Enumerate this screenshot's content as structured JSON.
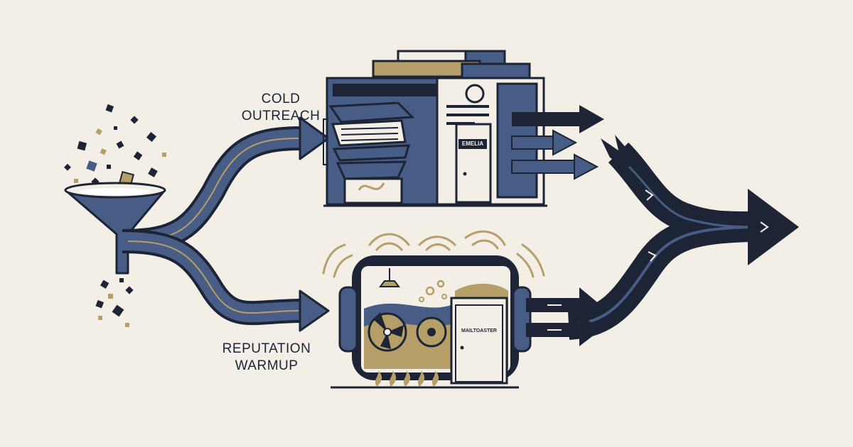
{
  "labels": {
    "top_line1": "COLD",
    "top_line2": "OUTREACH",
    "bottom_line1": "REPUTATION",
    "bottom_line2": "WARMUP"
  },
  "signs": {
    "top_building": "EMELIA",
    "bottom_machine": "MAILTOASTER"
  },
  "colors": {
    "background": "#f3efe7",
    "navy": "#1c2436",
    "slate_blue": "#475d86",
    "gold": "#b69e68",
    "cream": "#f3efe7"
  },
  "icons": [
    "funnel-icon",
    "building-icon",
    "machine-icon",
    "arrow-icon"
  ]
}
